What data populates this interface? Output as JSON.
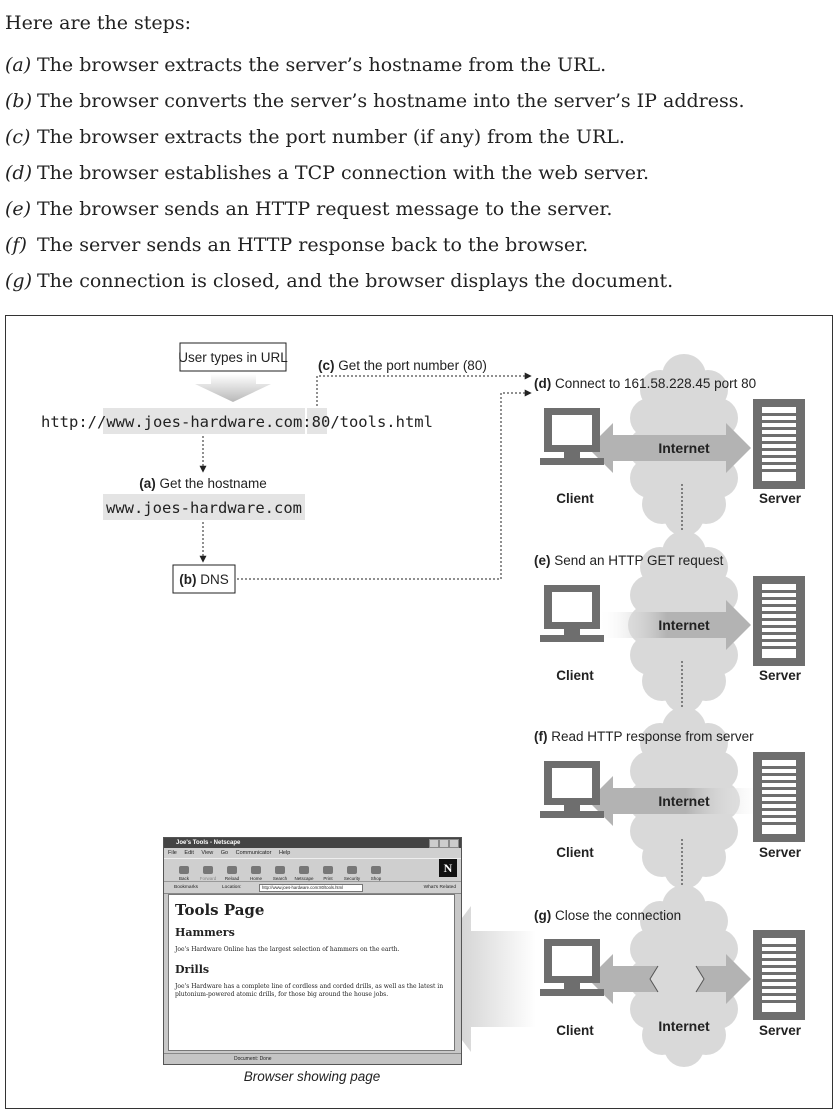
{
  "intro": "Here are the steps:",
  "steps": [
    {
      "letter": "(a)",
      "text": "The browser extracts the server’s hostname from the URL."
    },
    {
      "letter": "(b)",
      "text": "The browser converts the server’s hostname into the server’s IP address."
    },
    {
      "letter": "(c)",
      "text": "The browser extracts the port number (if any) from the URL."
    },
    {
      "letter": "(d)",
      "text": "The browser establishes a TCP connection with the web server."
    },
    {
      "letter": "(e)",
      "text": "The browser sends an HTTP request message to the server."
    },
    {
      "letter": "(f)",
      "text": "The server sends an HTTP response back to the browser."
    },
    {
      "letter": "(g)",
      "text": "The connection is closed, and the browser displays the document."
    }
  ],
  "diagram": {
    "user_box": "User types in URL",
    "url_prefix": "http://",
    "url_host": "www.joes-hardware.com",
    "url_colon": ":",
    "url_port": "80",
    "url_path": "/tools.html",
    "label_a_bold": "(a)",
    "label_a_text": " Get the hostname",
    "hostname": "www.joes-hardware.com",
    "dns_bold": "(b)",
    "dns_text": " DNS",
    "label_c_bold": "(c)",
    "label_c_text": " Get the port number (80)",
    "panels": [
      {
        "bold": "(d)",
        "text": " Connect to 161.58.228.45 port 80",
        "internet": "Internet",
        "client": "Client",
        "server": "Server"
      },
      {
        "bold": "(e)",
        "text": " Send an HTTP GET request",
        "internet": "Internet",
        "client": "Client",
        "server": "Server"
      },
      {
        "bold": "(f)",
        "text": " Read HTTP response from server",
        "internet": "Internet",
        "client": "Client",
        "server": "Server"
      },
      {
        "bold": "(g)",
        "text": " Close the connection",
        "internet": "Internet",
        "client": "Client",
        "server": "Server"
      }
    ],
    "caption": "Browser showing page"
  },
  "browser": {
    "window_title": "Joe's Tools - Netscape",
    "menu": [
      "File",
      "Edit",
      "View",
      "Go",
      "Communicator",
      "Help"
    ],
    "toolbar": [
      "Back",
      "Forward",
      "Reload",
      "Home",
      "Search",
      "Netscape",
      "Print",
      "Security",
      "Shop"
    ],
    "bookmarks": "Bookmarks",
    "location_label": "Location:",
    "location_url": "http://www.joes-hardware.com:80/tools.html",
    "related": "What's Related",
    "logo": "N",
    "page_title": "Tools Page",
    "h_hammers": "Hammers",
    "p_hammers": "Joe's Hardware Online has the largest selection of hammers on the earth.",
    "h_drills": "Drills",
    "p_drills": "Joe's Hardware has a complete line of cordless and corded drills, as well as the latest in plutonium-powered atomic drills, for those big around the house jobs.",
    "status": "Document: Done"
  },
  "colors": {
    "cloud": "#d9d9d9",
    "arrow": "#b3b3b3",
    "device": "#6e6e6e",
    "highlight": "#e4e4e4"
  }
}
